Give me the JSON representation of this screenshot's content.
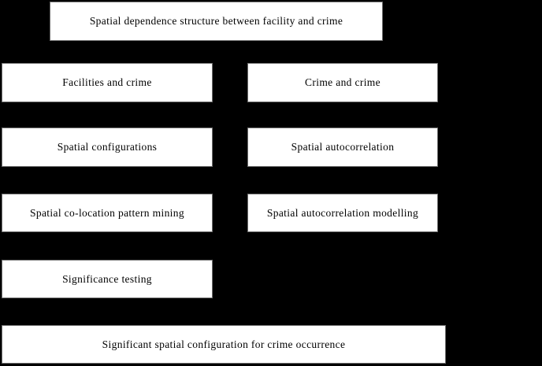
{
  "diagram": {
    "type": "flowchart",
    "background_color": "#000000",
    "node_fill_color": "#ffffff",
    "node_border_color": "#6e6e6e",
    "text_color": "#000000",
    "root": {
      "id": "root",
      "label": "Spatial dependence structure between facility and crime"
    },
    "columns": [
      {
        "id": "left-branch",
        "nodes": [
          {
            "id": "facilities-and-crime",
            "label": "Facilities and crime"
          },
          {
            "id": "spatial-configurations",
            "label": "Spatial configurations"
          },
          {
            "id": "spatial-co-location-pattern-mining",
            "label": "Spatial co-location pattern mining"
          },
          {
            "id": "significance-testing",
            "label": "Significance testing"
          }
        ]
      },
      {
        "id": "right-branch",
        "nodes": [
          {
            "id": "crime-and-crime",
            "label": "Crime and  crime"
          },
          {
            "id": "spatial-autocorrelation",
            "label": "Spatial autocorrelation"
          },
          {
            "id": "spatial-autocorrelation-modelling",
            "label": "Spatial autocorrelation modelling"
          }
        ]
      }
    ],
    "result": {
      "id": "result",
      "label": "Significant spatial configuration for crime occurrence"
    }
  }
}
